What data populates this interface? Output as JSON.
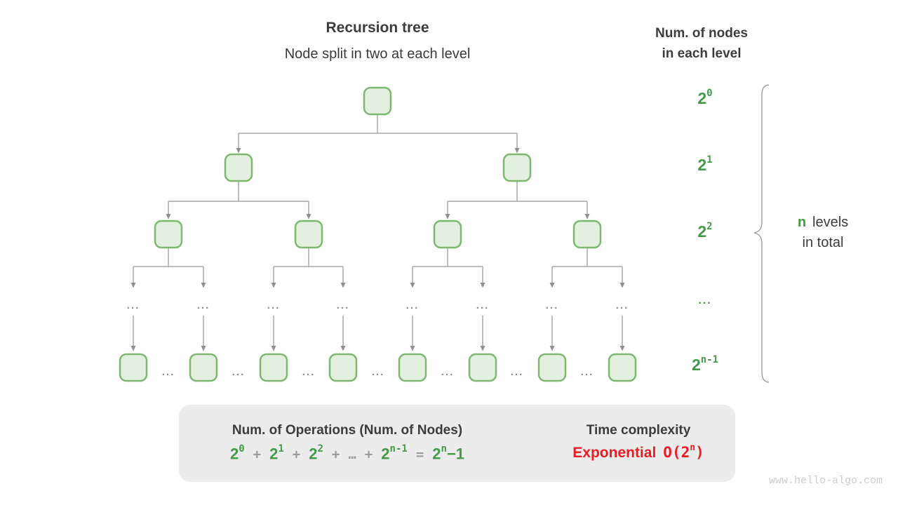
{
  "header": {
    "title": "Recursion tree",
    "subtitle": "Node split in two at each level"
  },
  "right_header": {
    "line1": "Num. of nodes",
    "line2": "in each level"
  },
  "ellipsis": "...",
  "level_labels": {
    "l0": {
      "base": "2",
      "sup": "0"
    },
    "l1": {
      "base": "2",
      "sup": "1"
    },
    "l2": {
      "base": "2",
      "sup": "2"
    },
    "l3_dots": "...",
    "l4": {
      "base": "2",
      "sup": "n-1"
    }
  },
  "brace_label": {
    "n": "n",
    "levels": "levels",
    "line2": "in total"
  },
  "summary": {
    "left_title": "Num. of Operations (Num. of Nodes)",
    "formula": {
      "t1": {
        "base": "2",
        "sup": "0"
      },
      "plus": "+",
      "t2": {
        "base": "2",
        "sup": "1"
      },
      "t3": {
        "base": "2",
        "sup": "2"
      },
      "dots": "…",
      "t4": {
        "base": "2",
        "sup": "n-1"
      },
      "equals": "=",
      "t5": {
        "base": "2",
        "sup": "n",
        "tail": "−1"
      }
    },
    "right_title": "Time complexity",
    "complexity": {
      "name": "Exponential",
      "o_prefix": "O(2",
      "o_sup": "n",
      "o_suffix": ")"
    }
  },
  "watermark": "www.hello-algo.com",
  "colors": {
    "green_text": "#449a48",
    "node_fill": "#e4f0df",
    "node_stroke": "#7cb96f",
    "connector_gray": "#a9a9a9",
    "arrowhead_gray": "#8f8f8f",
    "tree_dots_gray": "#8a8a8a",
    "dark_text": "#3c3c3c",
    "operator_gray": "#9b9b9b",
    "red_text": "#ed1c24",
    "box_bg": "#ececec",
    "block_arrow": "#bdbdbd",
    "watermark_gray": "#cdcdcd"
  }
}
